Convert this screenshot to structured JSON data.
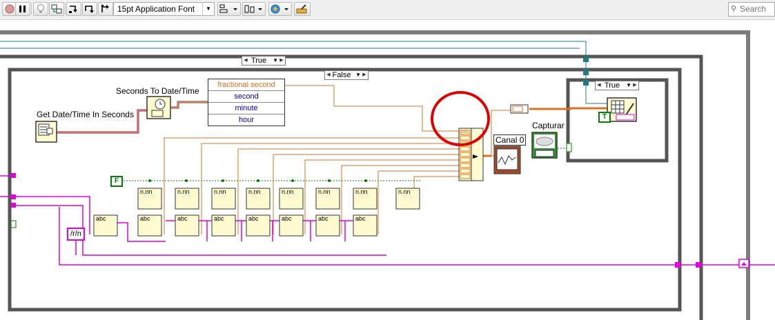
{
  "toolbar": {
    "font_selector": "15pt Application Font",
    "search_placeholder": "Search",
    "buttons": [
      "run-continuously",
      "pause",
      "highlight-execution",
      "retain-wire-values",
      "step-into",
      "step-over",
      "step-out",
      "align-objects",
      "distribute-objects",
      "reorder",
      "clean-up-diagram"
    ]
  },
  "diagram": {
    "outer_case": "True",
    "inner_case": "False",
    "right_case": "True",
    "functions": {
      "get_time": "Get Date/Time In Seconds",
      "seconds_to_date": "Seconds To Date/Time"
    },
    "unbundle_items": [
      "fractional second",
      "second",
      "minute",
      "hour"
    ],
    "indicators": {
      "canal": "Canal 0",
      "capturar": "Capturar"
    },
    "constants": {
      "false_const": "F",
      "true_const": "T",
      "eol": "/r/n"
    },
    "node_glyph_number": "n.nn",
    "node_glyph_string": "abc",
    "array_type_label": "DBL",
    "colors": {
      "orange_wire": "#e07020",
      "pink_wire": "#e000e0",
      "teal_wire": "#1e7b7b",
      "green_wire": "#008000",
      "struct_gray": "#5a5a5a"
    }
  }
}
